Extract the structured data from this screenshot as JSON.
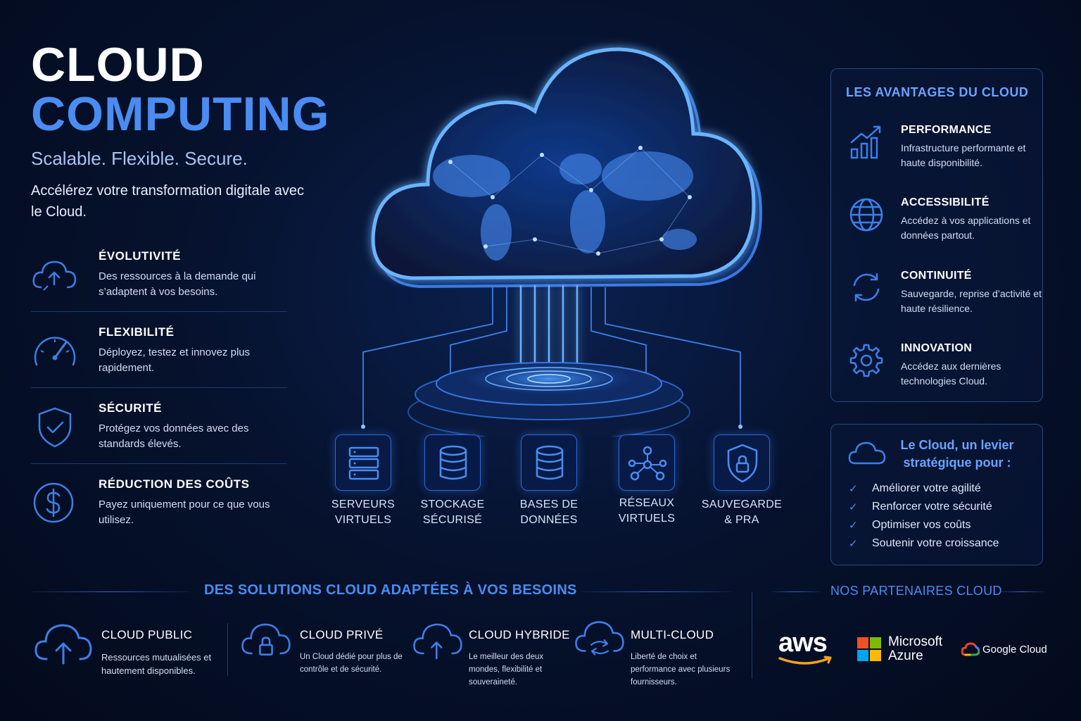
{
  "header": {
    "title_line1": "CLOUD",
    "title_line2": "COMPUTING",
    "tagline": "Scalable. Flexible. Secure.",
    "intro": "Accélérez votre transformation digitale avec le Cloud."
  },
  "features": [
    {
      "title": "ÉVOLUTIVITÉ",
      "desc": "Des ressources à la demande qui s’adaptent à vos besoins.",
      "icon": "cloud-scale-icon"
    },
    {
      "title": "FLEXIBILITÉ",
      "desc": "Déployez, testez et innovez plus rapidement.",
      "icon": "speedometer-icon"
    },
    {
      "title": "SÉCURITÉ",
      "desc": "Protégez vos données avec des standards élevés.",
      "icon": "shield-check-icon"
    },
    {
      "title": "RÉDUCTION DES COÛTS",
      "desc": "Payez uniquement pour ce que vous utilisez.",
      "icon": "dollar-icon"
    }
  ],
  "services": [
    {
      "line1": "SERVEURS",
      "line2": "VIRTUELS",
      "icon": "server-icon"
    },
    {
      "line1": "STOCKAGE",
      "line2": "SÉCURISÉ",
      "icon": "storage-icon"
    },
    {
      "line1": "BASES DE",
      "line2": "DONNÉES",
      "icon": "database-icon"
    },
    {
      "line1": "RÉSEAUX",
      "line2": "VIRTUELS",
      "icon": "network-icon"
    },
    {
      "line1": "SAUVEGARDE",
      "line2": "& PRA",
      "icon": "backup-shield-icon"
    }
  ],
  "advantages": {
    "title": "LES AVANTAGES DU CLOUD",
    "items": [
      {
        "title": "PERFORMANCE",
        "desc": "Infrastructure performante et haute disponibilité.",
        "icon": "chart-up-icon"
      },
      {
        "title": "ACCESSIBILITÉ",
        "desc": "Accédez à vos applications et données partout.",
        "icon": "globe-icon"
      },
      {
        "title": "CONTINUITÉ",
        "desc": "Sauvegarde, reprise d’activité et haute résilience.",
        "icon": "sync-icon"
      },
      {
        "title": "INNOVATION",
        "desc": "Accédez aux dernières technologies Cloud.",
        "icon": "gear-icon"
      }
    ]
  },
  "lever": {
    "title": "Le Cloud, un levier stratégique pour :",
    "items": [
      "Améliorer votre agilité",
      "Renforcer votre sécurité",
      "Optimiser vos coûts",
      "Soutenir votre croissance"
    ]
  },
  "solutions": {
    "title": "DES SOLUTIONS CLOUD ADAPTÉES À VOS BESOINS",
    "items": [
      {
        "title": "CLOUD PUBLIC",
        "desc": "Ressources mutualisées et hautement disponibles.",
        "icon": "cloud-upload-icon"
      },
      {
        "title": "CLOUD PRIVÉ",
        "desc": "Un Cloud dédié pour plus de contrôle et de sécurité.",
        "icon": "cloud-lock-icon"
      },
      {
        "title": "CLOUD HYBRIDE",
        "desc": "Le meilleur des deux mondes, flexibilité et souveraineté.",
        "icon": "cloud-hybrid-icon"
      },
      {
        "title": "MULTI-CLOUD",
        "desc": "Liberté de choix et performance avec plusieurs fournisseurs.",
        "icon": "multi-cloud-icon"
      }
    ]
  },
  "partners": {
    "title": "NOS PARTENAIRES CLOUD",
    "items": [
      {
        "name": "aws",
        "icon": "aws-logo"
      },
      {
        "name": "Microsoft Azure",
        "icon": "microsoft-logo"
      },
      {
        "name": "Google Cloud",
        "icon": "google-cloud-logo"
      }
    ]
  },
  "colors": {
    "accent": "#4a8cf2",
    "accent_light": "#6aa3ff",
    "background": "#06122e",
    "aws_orange": "#f7a21b"
  }
}
